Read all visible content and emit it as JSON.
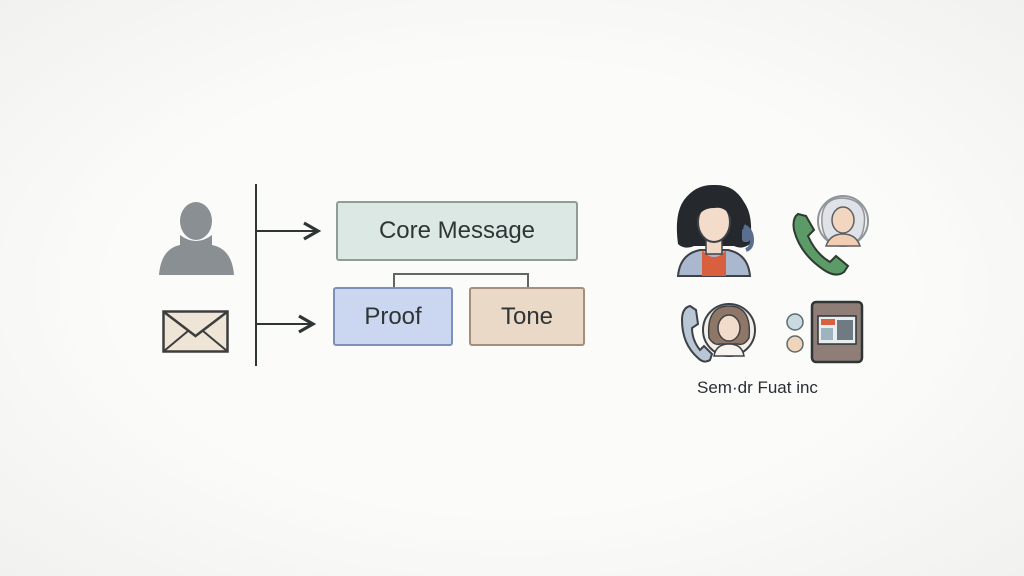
{
  "diagram": {
    "boxes": {
      "core": "Core Message",
      "proof": "Proof",
      "tone": "Tone"
    },
    "caption": "Sem·dr Fuat inc",
    "icons": {
      "left": [
        "person-silhouette-icon",
        "envelope-icon"
      ],
      "right": [
        "woman-with-headset-icon",
        "phone-call-woman-icon",
        "phone-call-person-icon",
        "image-frame-icon"
      ]
    },
    "colors": {
      "core_fill": "#dbe8e3",
      "proof_fill": "#cbd7f0",
      "tone_fill": "#ebd9c8",
      "line": "#2f3535",
      "phone_green": "#4f8d5c",
      "accent_orange": "#d9603e"
    }
  }
}
